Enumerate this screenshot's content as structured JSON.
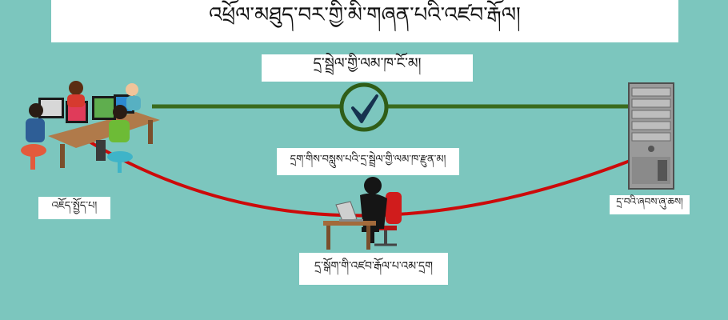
{
  "title": "འཕྲོལ་མཐུད་བར་གྱི་མི་གཞན་པའི་འཛབ་རྒོལ།",
  "safe_connection_label": "དྲ་སྦྲེལ་གྱི་ལམ་ཁ་ངོ་མ།",
  "attack_connection_label": "དྲག་གིས་བསླུས་པའི་དྲ་སྦྲེལ་གྱི་ལམ་ཁ་རྫུན་མ།",
  "client_label": "འཇོད་སྤྱོད་པ།",
  "server_label": "དྲ་བའི་ཞབས་ཞུ་ཆས།",
  "hacker_label": "དྲ་སྒོག་གི་འཛབ་རྒོལ་པ་འམ་དྲག",
  "colors": {
    "background": "#7cc6be",
    "safe_line": "#3a6b1d",
    "attack_line": "#cc0a0a",
    "check_circle": "#2f5d17",
    "check_mark": "#16324f"
  },
  "icons": {
    "check": "checkmark-icon",
    "client": "office-team-icon",
    "server": "server-tower-icon",
    "hacker": "hacker-icon"
  }
}
